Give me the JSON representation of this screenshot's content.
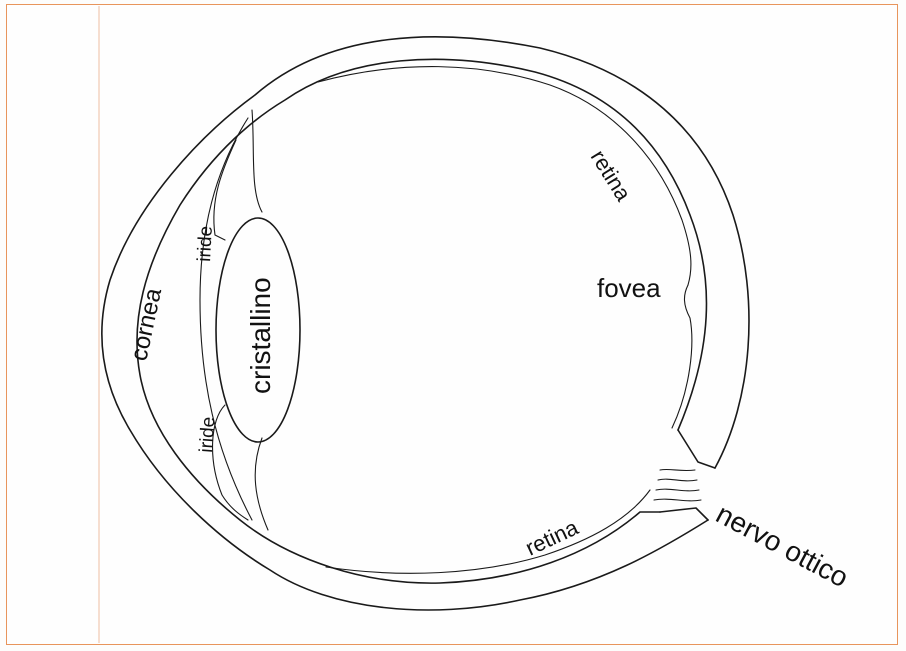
{
  "diagram": {
    "labels": {
      "cornea": "cornea",
      "iride_top": "iride",
      "iride_bottom": "iride",
      "cristallino": "cristallino",
      "retina_top": "retina",
      "fovea": "fovea",
      "retina_bottom": "retina",
      "nervo_ottico": "nervo ottico"
    },
    "colors": {
      "frame_border": "#e8955c",
      "line": "#1a1a1a",
      "background": "#fefefe"
    }
  }
}
